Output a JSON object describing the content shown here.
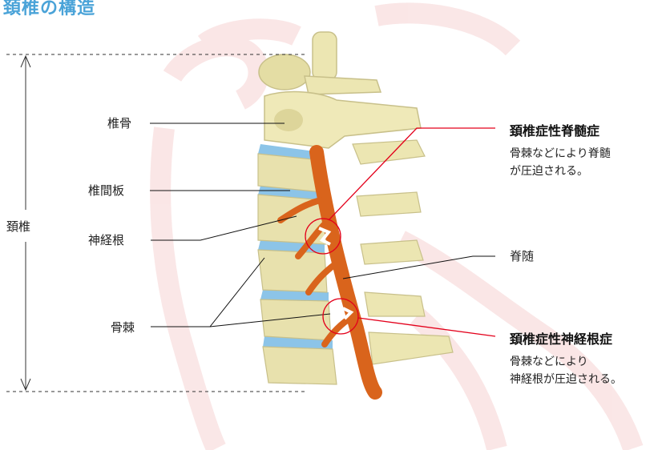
{
  "title": "頚椎の構造",
  "range_label": "頚椎",
  "labels": {
    "vertebra": "椎骨",
    "disc": "椎間板",
    "nerve_root": "神経根",
    "osteophyte": "骨棘",
    "spinal_cord": "脊随"
  },
  "conditions": [
    {
      "title": "頚椎症性脊髄症",
      "description_lines": [
        "骨棘などにより脊髄",
        "が圧迫される。"
      ]
    },
    {
      "title": "頚椎症性神経根症",
      "description_lines": [
        "骨棘などにより",
        "神経根が圧迫される。"
      ]
    }
  ],
  "colors": {
    "title": "#4aa3d8",
    "highlight_circle": "#e3001b",
    "bone": "#ece6b2",
    "disc": "#8cc4e8",
    "nerve": "#d9641c",
    "body_outline": "#f4c9c9"
  }
}
